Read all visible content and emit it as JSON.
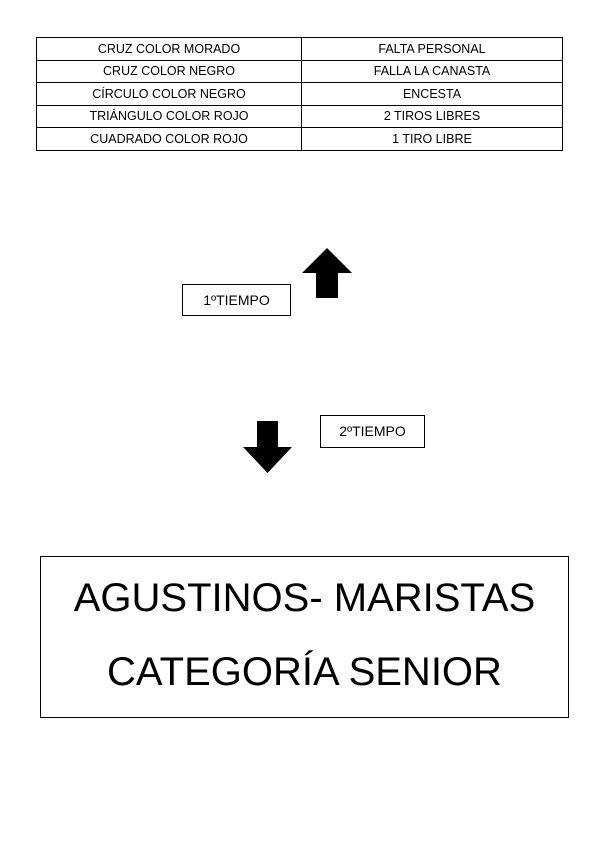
{
  "legend": {
    "rows": [
      {
        "symbol": "CRUZ COLOR MORADO",
        "meaning": "FALTA PERSONAL"
      },
      {
        "symbol": "CRUZ COLOR NEGRO",
        "meaning": "FALLA LA CANASTA"
      },
      {
        "symbol": "CÍRCULO COLOR NEGRO",
        "meaning": "ENCESTA"
      },
      {
        "symbol": "TRIÁNGULO COLOR ROJO",
        "meaning": "2 TIROS LIBRES"
      },
      {
        "symbol": "CUADRADO COLOR ROJO",
        "meaning": "1 TIRO LIBRE"
      }
    ]
  },
  "periods": {
    "first": {
      "label": "1ºTIEMPO",
      "arrow": "arrow-up-icon"
    },
    "second": {
      "label": "2ºTIEMPO",
      "arrow": "arrow-down-icon"
    }
  },
  "title": {
    "line1": "AGUSTINOS- MARISTAS",
    "line2": "CATEGORÍA SENIOR"
  }
}
